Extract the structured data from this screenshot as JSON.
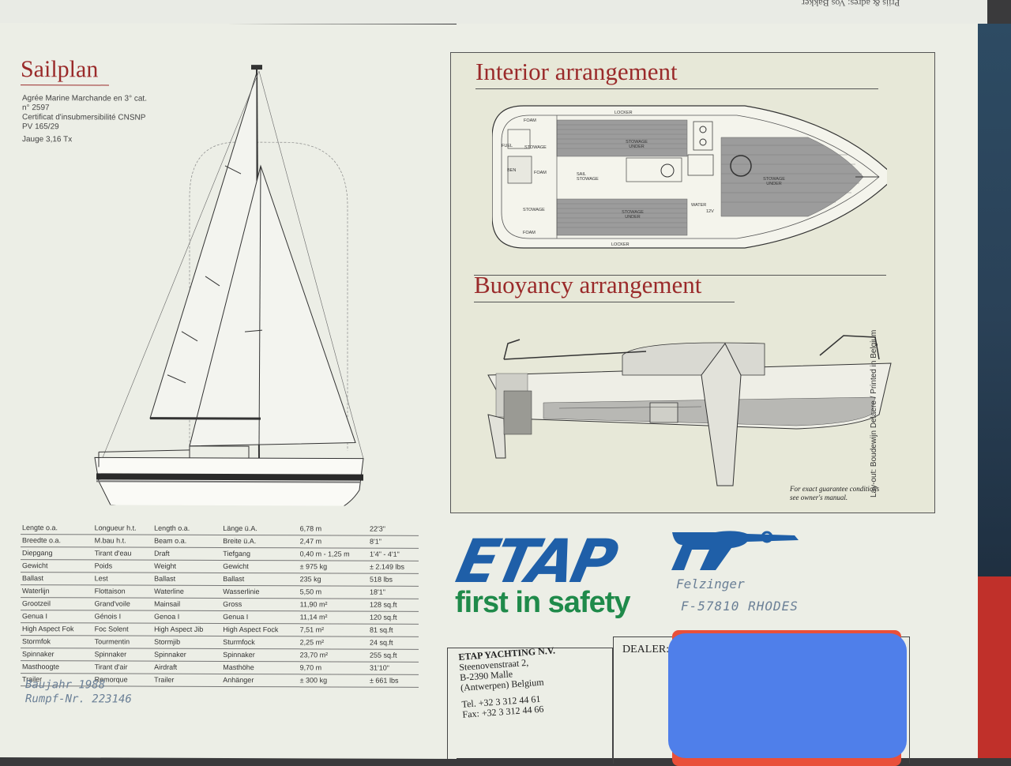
{
  "top_fragment": "Prijs & adres: Vos Bakker",
  "sailplan": {
    "title": "Sailplan",
    "certs": [
      "Agrée Marine Marchande en 3° cat.",
      "n° 2597",
      "Certificat d'insubmersibilité CNSNP",
      "PV 165/29",
      "Jauge 3,16 Tx"
    ]
  },
  "specs": {
    "rows": [
      [
        "Lengte o.a.",
        "Longueur h.t.",
        "Length o.a.",
        "Länge ü.A.",
        "6,78 m",
        "22'3\""
      ],
      [
        "Breedte o.a.",
        "M.bau h.t.",
        "Beam o.a.",
        "Breite ü.A.",
        "2,47 m",
        "8'1\""
      ],
      [
        "Diepgang",
        "Tirant d'eau",
        "Draft",
        "Tiefgang",
        "0,40 m - 1,25 m",
        "1'4\" - 4'1\""
      ],
      [
        "Gewicht",
        "Poids",
        "Weight",
        "Gewicht",
        "± 975 kg",
        "± 2.149 lbs"
      ],
      [
        "Ballast",
        "Lest",
        "Ballast",
        "Ballast",
        "235 kg",
        "518 lbs"
      ],
      [
        "Waterlijn",
        "Flottaison",
        "Waterline",
        "Wasserlinie",
        "5,50 m",
        "18'1\""
      ],
      [
        "Grootzeil",
        "Grand'voile",
        "Mainsail",
        "Gross",
        "11,90 m²",
        "128 sq.ft"
      ],
      [
        "Genua I",
        "Génois I",
        "Genoa I",
        "Genua I",
        "11,14 m²",
        "120 sq.ft"
      ],
      [
        "High Aspect Fok",
        "Foc Solent",
        "High Aspect Jib",
        "High Aspect Fock",
        "7,51 m²",
        "81 sq.ft"
      ],
      [
        "Stormfok",
        "Tourmentin",
        "Stormjib",
        "Sturmfock",
        "2,25 m²",
        "24 sq.ft"
      ],
      [
        "Spinnaker",
        "Spinnaker",
        "Spinnaker",
        "Spinnaker",
        "23,70 m²",
        "255 sq.ft"
      ],
      [
        "Masthoogte",
        "Tirant d'air",
        "Airdraft",
        "Masthöhe",
        "9,70 m",
        "31'10\""
      ],
      [
        "Trailer",
        "Remorque",
        "Trailer",
        "Anhänger",
        "± 300 kg",
        "± 661 lbs"
      ]
    ]
  },
  "handwriting_left": [
    "Baujahr 1988",
    "Rumpf-Nr. 223146"
  ],
  "interior": {
    "title": "Interior arrangement",
    "labels": {
      "locker_top": "LOCKER",
      "locker_bottom": "LOCKER",
      "foam1": "FOAM",
      "foam2": "FOAM",
      "foam3": "FOAM",
      "fuel": "FUEL",
      "stowage1": "STOWAGE",
      "stowage2": "STOWAGE",
      "ben": "BEN",
      "sail_stowage": "SAIL STOWAGE",
      "stowage_under1": "STOWAGE UNDER",
      "stowage_under2": "STOWAGE UNDER",
      "stowage_under3": "STOWAGE UNDER",
      "water": "WATER",
      "volt": "12V"
    }
  },
  "buoyancy": {
    "title": "Buoyancy arrangement",
    "note_line1": "For exact guarantee conditions",
    "note_line2": "see owner's manual."
  },
  "credit": "Lay-out: Boudewijn Delaere / Printed in Belgium",
  "brand": {
    "logo": "ETAP",
    "slogan": "first in safety",
    "colors": {
      "blue": "#1f5fa8",
      "green": "#1f8a4a",
      "red": "#c0302a"
    }
  },
  "handwriting_right": [
    "Felzinger",
    "F-57810 RHODES"
  ],
  "address": {
    "lines": [
      "ETAP YACHTING N.V.",
      "Steenovenstraat 2,",
      "B-2390 Malle",
      "(Antwerpen) Belgium",
      "",
      "Tel. +32 3 312 44 61",
      "Fax: +32 3 312 44 66"
    ]
  },
  "dealer": {
    "label": "DEALER:"
  }
}
